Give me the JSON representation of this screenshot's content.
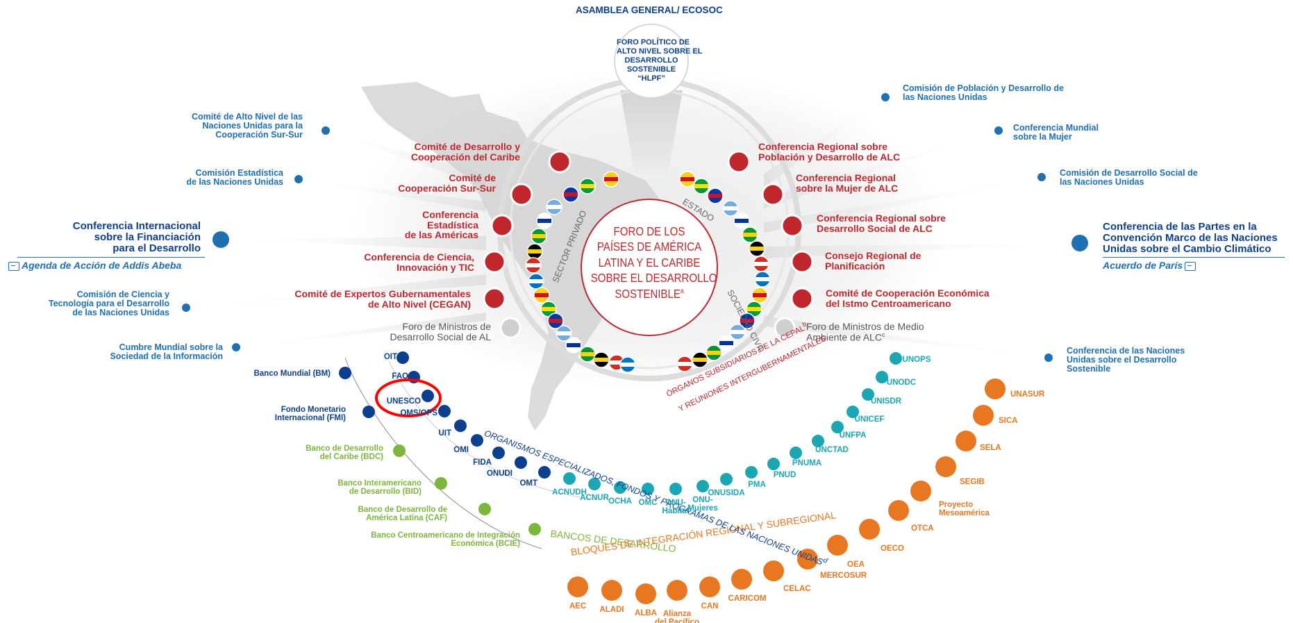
{
  "top_label": "ASAMBLEA GENERAL/ ECOSOC",
  "hlpf": [
    "FORO POLÍTICO DE",
    "ALTO NIVEL SOBRE EL",
    "DESARROLLO",
    "SOSTENIBLE",
    "“HLPF”"
  ],
  "center": [
    "FORO DE LOS",
    "PAÍSES DE AMÉRICA",
    "LATINA Y EL CARIBE",
    "SOBRE EL DESARROLLO",
    "SOSTENIBLE"
  ],
  "center_sup": "a",
  "ring_labels": {
    "sector_privado": "SECTOR PRIVADO",
    "estado": "ESTADO",
    "sociedad_civil": "SOCIEDAD CIVIL",
    "organos_1": "ÓRGANOS SUBSIDIARIOS DE LA CEPAL",
    "organos_sup": "b",
    "organos_2": "Y REUNIONES INTERGUBERNAMENTALES",
    "organismos": "ORGANISMOS ESPECIALIZADOS, FONDOS Y PROGRAMAS DE LAS NACIONES UNIDAS",
    "organismos_sup": "d",
    "bancos": "BANCOS DE DESARROLLO",
    "bloques": "BLOQUES DE INTEGRACIÓN REGIONAL Y SUBREGIONAL"
  },
  "left_global": {
    "cooperacion_sur_sur": [
      "Comité de Alto Nivel de las",
      "Naciones Unidas para la",
      "Cooperación Sur-Sur"
    ],
    "estadistica": [
      "Comisión Estadística",
      "de las Naciones Unidas"
    ],
    "financiacion": [
      "Conferencia Internacional",
      "sobre la Financiación",
      "para el Desarrollo"
    ],
    "addis": "Agenda de Acción de Addis Abeba",
    "ciencia": [
      "Comisión de Ciencia y",
      "Tecnología para el Desarrollo",
      "de las Naciones Unidas"
    ],
    "cumbre": [
      "Cumbre Mundial sobre la",
      "Sociedad de la Información"
    ]
  },
  "right_global": {
    "poblacion": [
      "Comisión de Población y Desarrollo de",
      "las Naciones Unidas"
    ],
    "mujer": [
      "Conferencia Mundial",
      "sobre la Mujer"
    ],
    "desarrollo_social": [
      "Comisión de Desarrollo Social de",
      "las Naciones Unidas"
    ],
    "cambio_climatico": [
      "Conferencia de las Partes en la",
      "Convención Marco de las Naciones",
      "Unidas sobre el Cambio Climático"
    ],
    "paris": "Acuerdo de París",
    "desarrollo_sostenible": [
      "Conferencia de las Naciones",
      "Unidas sobre el Desarrollo",
      "Sostenible"
    ]
  },
  "left_regional": [
    [
      "Comité de Desarrollo y",
      "Cooperación del Caribe"
    ],
    [
      "Comité de",
      "Cooperación Sur-Sur"
    ],
    [
      "Conferencia",
      "Estadística",
      "de las Américas"
    ],
    [
      "Conferencia de Ciencia,",
      "Innovación y TIC"
    ],
    [
      "Comité de Expertos Gubernamentales",
      "de Alto Nivel (CEGAN)"
    ]
  ],
  "left_grey": [
    "Foro de Ministros de",
    "Desarrollo Social de AL"
  ],
  "right_regional": [
    [
      "Conferencia Regional sobre",
      "Población y Desarrollo de ALC"
    ],
    [
      "Conferencia Regional",
      "sobre la Mujer de ALC"
    ],
    [
      "Conferencia Regional sobre",
      "Desarrollo Social de ALC"
    ],
    [
      "Consejo Regional de",
      "Planificación"
    ],
    [
      "Comité de Cooperación  Económica",
      "del Istmo Centroamericano"
    ]
  ],
  "right_grey": [
    "Foro de Ministros de Medio",
    "Ambiente de ALC"
  ],
  "right_grey_sup": "c",
  "un_blue": [
    "OIT",
    "FAO",
    "UNESCO",
    "OMS/OPS",
    "UIT",
    "OMI",
    "FIDA",
    "ONUDI",
    "OMT"
  ],
  "un_teal": [
    "ACNUDH",
    "ACNUR",
    "OCHA",
    "OMC",
    "ONU-Hábitat",
    "ONU-Mujeres",
    "ONUSIDA",
    "PMA",
    "PNUD",
    "PNUMA",
    "UNCTAD",
    "UNFPA",
    "UNICEF",
    "UNISDR",
    "UNODC",
    "UNOPS"
  ],
  "banks_blue": [
    [
      "Banco Mundial (BM)"
    ],
    [
      "Fondo Monetario",
      "Internacional (FMI)"
    ]
  ],
  "banks_green": [
    [
      "Banco de Desarrollo",
      "del Caribe (BDC)"
    ],
    [
      "Banco Interamericano",
      "de Desarrollo (BID)"
    ],
    [
      "Banco de Desarrollo de",
      "América Latina (CAF)"
    ],
    [
      "Banco Centroamericano de Integración",
      "Económica (BCIE)"
    ]
  ],
  "blocs": [
    [
      "AEC"
    ],
    [
      "ALADI"
    ],
    [
      "ALBA"
    ],
    [
      "Alianza",
      "del Pacífico"
    ],
    [
      "CAN"
    ],
    [
      "CARICOM"
    ],
    [
      "CELAC"
    ],
    [
      "MERCOSUR"
    ],
    [
      "OEA"
    ],
    [
      "OECO"
    ],
    [
      "OTCA"
    ],
    [
      "Proyecto",
      "Mesoamérica"
    ],
    [
      "SEGIB"
    ],
    [
      "SELA"
    ],
    [
      "SICA"
    ],
    [
      "UNASUR"
    ]
  ],
  "colors": {
    "blue": "#1f6fb2",
    "dark_blue": "#0d3f8f",
    "red": "#c0272d",
    "teal": "#1aa7b3",
    "green": "#7db63c",
    "orange": "#e87722",
    "grey": "#b8b8b8",
    "highlight": "#ff0000"
  },
  "icons": [
    "document-link-icon",
    "flag-icon",
    "latin-america-map"
  ]
}
